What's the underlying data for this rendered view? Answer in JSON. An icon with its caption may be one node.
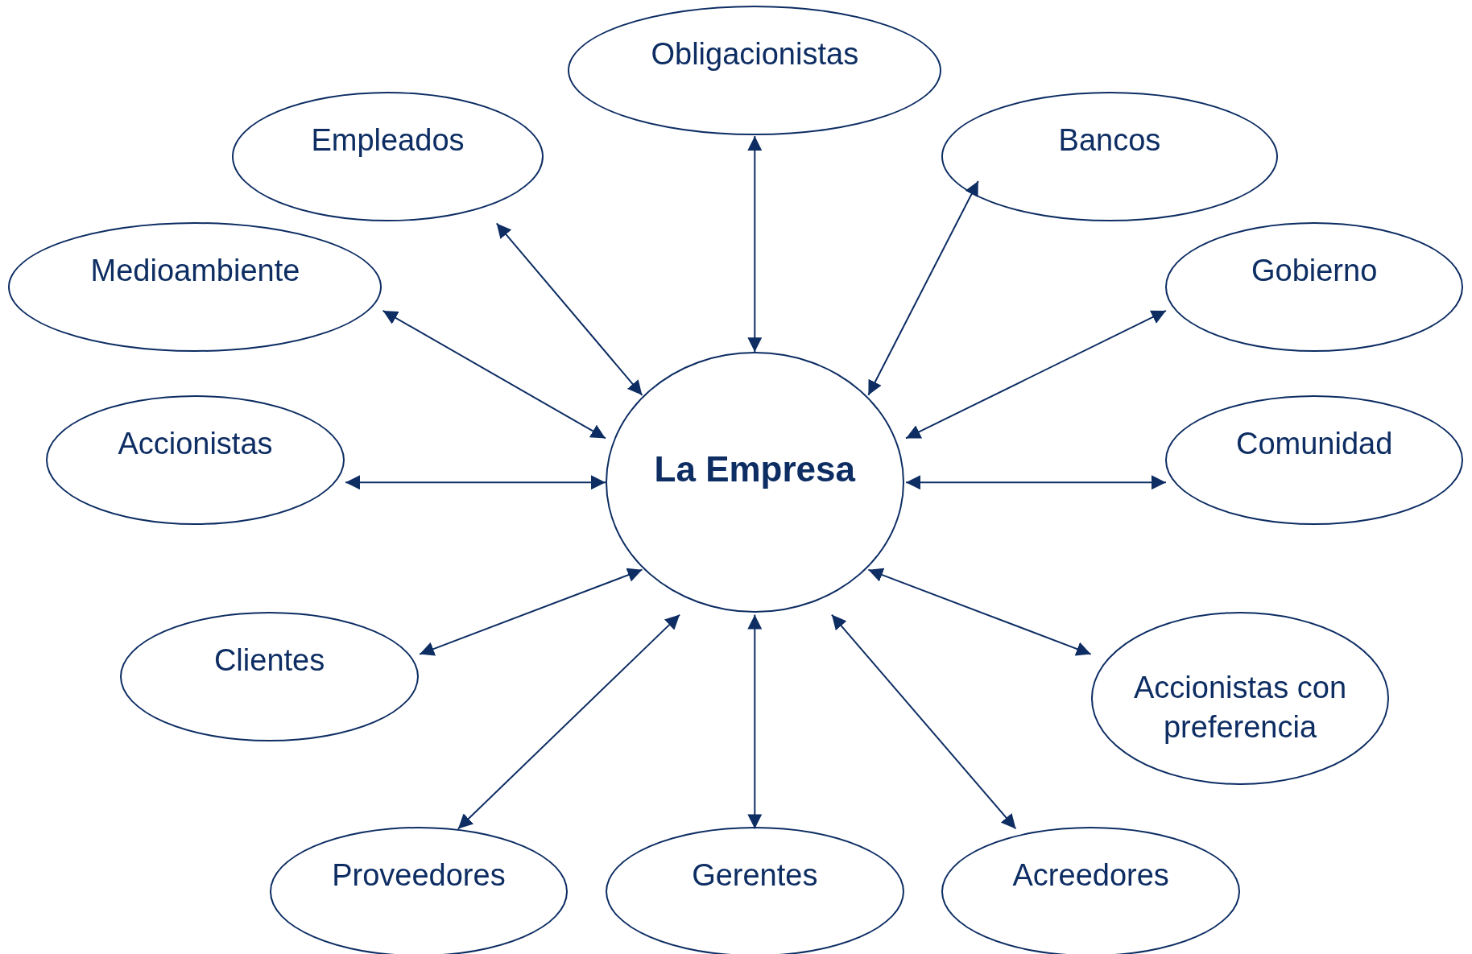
{
  "diagram": {
    "nodes": [
      {
        "text": [
          "La Empresa"
        ]
      },
      {
        "text": [
          "Obligacionistas"
        ]
      },
      {
        "text": [
          "Empleados"
        ]
      },
      {
        "text": [
          "Bancos"
        ]
      },
      {
        "text": [
          "Medioambiente"
        ]
      },
      {
        "text": [
          "Gobierno"
        ]
      },
      {
        "text": [
          "Accionistas"
        ]
      },
      {
        "text": [
          "Comunidad"
        ]
      },
      {
        "text": [
          "Clientes"
        ]
      },
      {
        "text": [
          "Accionistas con preferencia"
        ]
      },
      {
        "text": [
          "Proveedores"
        ]
      },
      {
        "text": [
          "Gerentes"
        ]
      },
      {
        "text": [
          "Acreedores"
        ]
      }
    ],
    "edges": [
      {
        "from": 0,
        "to": 1,
        "arrow": "both"
      },
      {
        "from": 0,
        "to": 2,
        "arrow": "both"
      },
      {
        "from": 0,
        "to": 3,
        "arrow": "both"
      },
      {
        "from": 0,
        "to": 4,
        "arrow": "both"
      },
      {
        "from": 0,
        "to": 5,
        "arrow": "both"
      },
      {
        "from": 0,
        "to": 6,
        "arrow": "both"
      },
      {
        "from": 0,
        "to": 7,
        "arrow": "both"
      },
      {
        "from": 0,
        "to": 8,
        "arrow": "both"
      },
      {
        "from": 0,
        "to": 9,
        "arrow": "both"
      },
      {
        "from": 0,
        "to": 10,
        "arrow": "both"
      },
      {
        "from": 0,
        "to": 11,
        "arrow": "both"
      },
      {
        "from": 0,
        "to": 12,
        "arrow": "both"
      }
    ]
  }
}
